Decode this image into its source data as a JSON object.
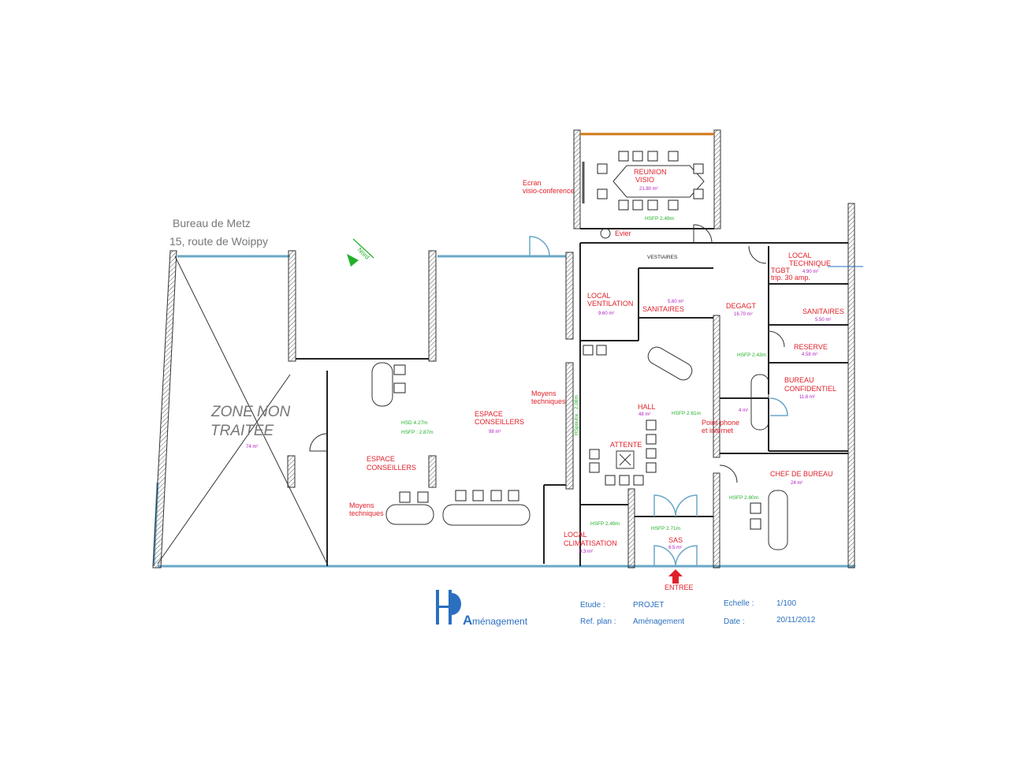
{
  "header": {
    "office": "Bureau de Metz",
    "address": "15, route de Woippy"
  },
  "north_label": "Nord",
  "rooms": {
    "zone": {
      "label1": "ZONE NON",
      "label2": "TRAITEE",
      "area": "74 m²"
    },
    "reunion": {
      "label1": "REUNION",
      "label2": "VISIO",
      "area": "21.80 m²",
      "height": "HSFP 2.49m"
    },
    "ecran": {
      "label1": "Ecran",
      "label2": "visio-conference"
    },
    "evier": "Evier",
    "vestiaires": "VESTIAIRES",
    "ventilation": {
      "label1": "LOCAL",
      "label2": "VENTILATION",
      "area": "9.60 m²"
    },
    "sanitaires1": {
      "label": "SANITAIRES",
      "area": "5.60 m²"
    },
    "degagt": {
      "label": "DEGAGT",
      "area": "16.70 m²",
      "height": "HSFP 2.43m"
    },
    "technique": {
      "label1": "LOCAL",
      "label2": "TECHNIQUE",
      "area": "4.90 m²",
      "tgbt": "TGBT",
      "tetra": "trip. 30 amp."
    },
    "sanitaires2": {
      "label": "SANITAIRES",
      "area": "5.50 m²"
    },
    "reserve": {
      "label": "RESERVE",
      "area": "4.58 m²"
    },
    "confidentiel": {
      "label1": "BUREAU",
      "label2": "CONFIDENTIEL",
      "area": "11,6 m²"
    },
    "phone": {
      "area": "4 m²",
      "label1": "Point phone",
      "label2": "et internet"
    },
    "chef": {
      "label": "CHEF DE BUREAU",
      "area": "24 m²",
      "height": "HSFP 2.80m"
    },
    "hall": {
      "label": "HALL",
      "area": "48 m²",
      "height": "HSFP 2.61m",
      "hsp": "HSpoutre : 2.08m"
    },
    "attente": "ATTENTE",
    "espace1": {
      "label1": "ESPACE",
      "label2": "CONSEILLERS",
      "area": "98 m²",
      "hsd": "HSD 4.27m",
      "hsfp": "HSFP : 2.87m"
    },
    "espace2": {
      "label1": "ESPACE",
      "label2": "CONSEILLERS"
    },
    "moyens1": {
      "label1": "Moyens",
      "label2": "techniques"
    },
    "moyens2": {
      "label1": "Moyens",
      "label2": "techniques"
    },
    "climatisation": {
      "label1": "LOCAL",
      "label2": "CLIMATISATION",
      "area": "8.3 m²",
      "height": "HSFP 2.49m"
    },
    "sas": {
      "label": "SAS",
      "area": "6.5 m²",
      "height": "HSFP 2.71m"
    },
    "entree": "ENTREE"
  },
  "title_block": {
    "logo_text": "ménagement",
    "logo": "HDA",
    "etude_label": "Etude :",
    "etude_value": "PROJET",
    "ref_label": "Ref. plan :",
    "ref_value": "Aménagement",
    "echelle_label": "Echelle :",
    "echelle_value": "1/100",
    "date_label": "Date :",
    "date_value": "20/11/2012"
  },
  "colors": {
    "walls": "#222222",
    "windows": "#6aa7c8",
    "labels": "#e0202a",
    "areas": "#b020c0",
    "heights": "#22b02a",
    "logo": "#2a6fc0"
  }
}
